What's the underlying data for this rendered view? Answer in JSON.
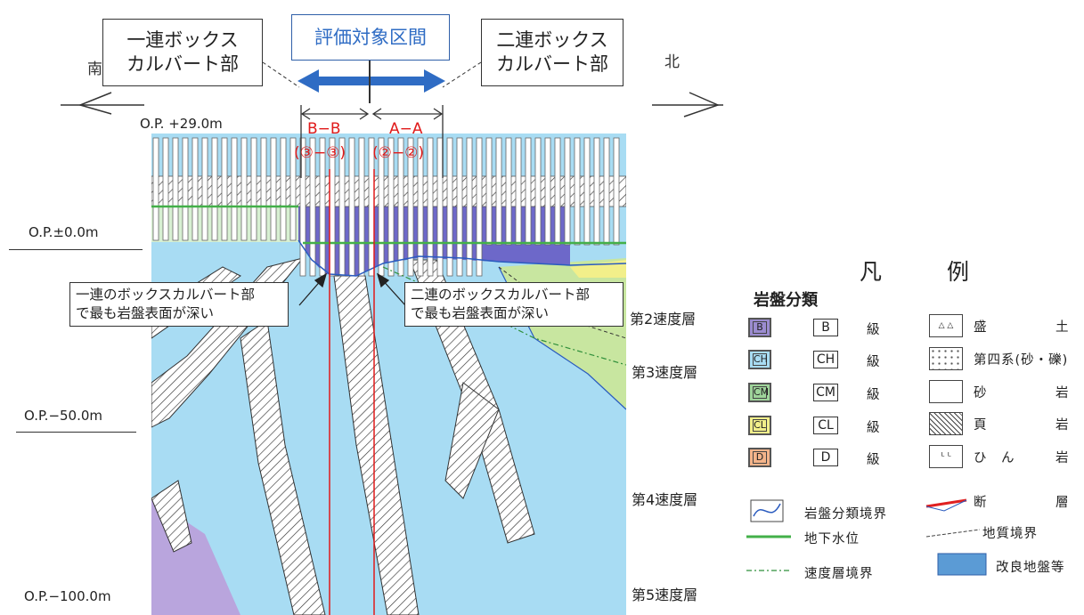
{
  "callouts": {
    "left": [
      "一連ボックス",
      "カルバート部"
    ],
    "right": [
      "二連ボックス",
      "カルバート部"
    ],
    "evaluation": "評価対象区間"
  },
  "compass": {
    "south": "南",
    "north": "北"
  },
  "elevations": {
    "top": "O.P. +29.0m",
    "zero": "O.P.±0.0m",
    "minus50": "O.P.−50.0m",
    "minus100": "O.P.−100.0m"
  },
  "sections": {
    "bb": "B−B",
    "bb_sub": "(③−③)",
    "aa": "A−A",
    "aa_sub": "(②−②)"
  },
  "notes": {
    "left": [
      "一連のボックスカルバート部",
      "で最も岩盤表面が深い"
    ],
    "right": [
      "二連のボックスカルバート部",
      "で最も岩盤表面が深い"
    ]
  },
  "layers": [
    "第2速度層",
    "第3速度層",
    "第4速度層",
    "第5速度層"
  ],
  "legend": {
    "title_left": "凡",
    "title_right": "例",
    "rock_class_title": "岩盤分類",
    "rock_classes": [
      {
        "code": "B",
        "label": "B",
        "grade": "級",
        "color": "#9b8cd0"
      },
      {
        "code": "CH",
        "label": "CH",
        "grade": "級",
        "color": "#a8dcf3"
      },
      {
        "code": "CM",
        "label": "CM",
        "grade": "級",
        "color": "#9ed49a"
      },
      {
        "code": "CL",
        "label": "CL",
        "grade": "級",
        "color": "#f2ef8a"
      },
      {
        "code": "D",
        "label": "D",
        "grade": "級",
        "color": "#f4b48a"
      }
    ],
    "rock_types": [
      {
        "name": "盛",
        "suffix": "土"
      },
      {
        "name": "第四系(砂・礫)",
        "suffix": ""
      },
      {
        "name": "砂",
        "suffix": "岩"
      },
      {
        "name": "頁",
        "suffix": "岩"
      },
      {
        "name": "ひ　ん",
        "suffix": "岩"
      }
    ],
    "boundary": "岩盤分類境界",
    "fault": "断",
    "fault_suffix": "層",
    "groundwater": "地下水位",
    "geo_boundary": "地質境界",
    "velocity_boundary": "速度層境界",
    "improved": "改良地盤等"
  }
}
